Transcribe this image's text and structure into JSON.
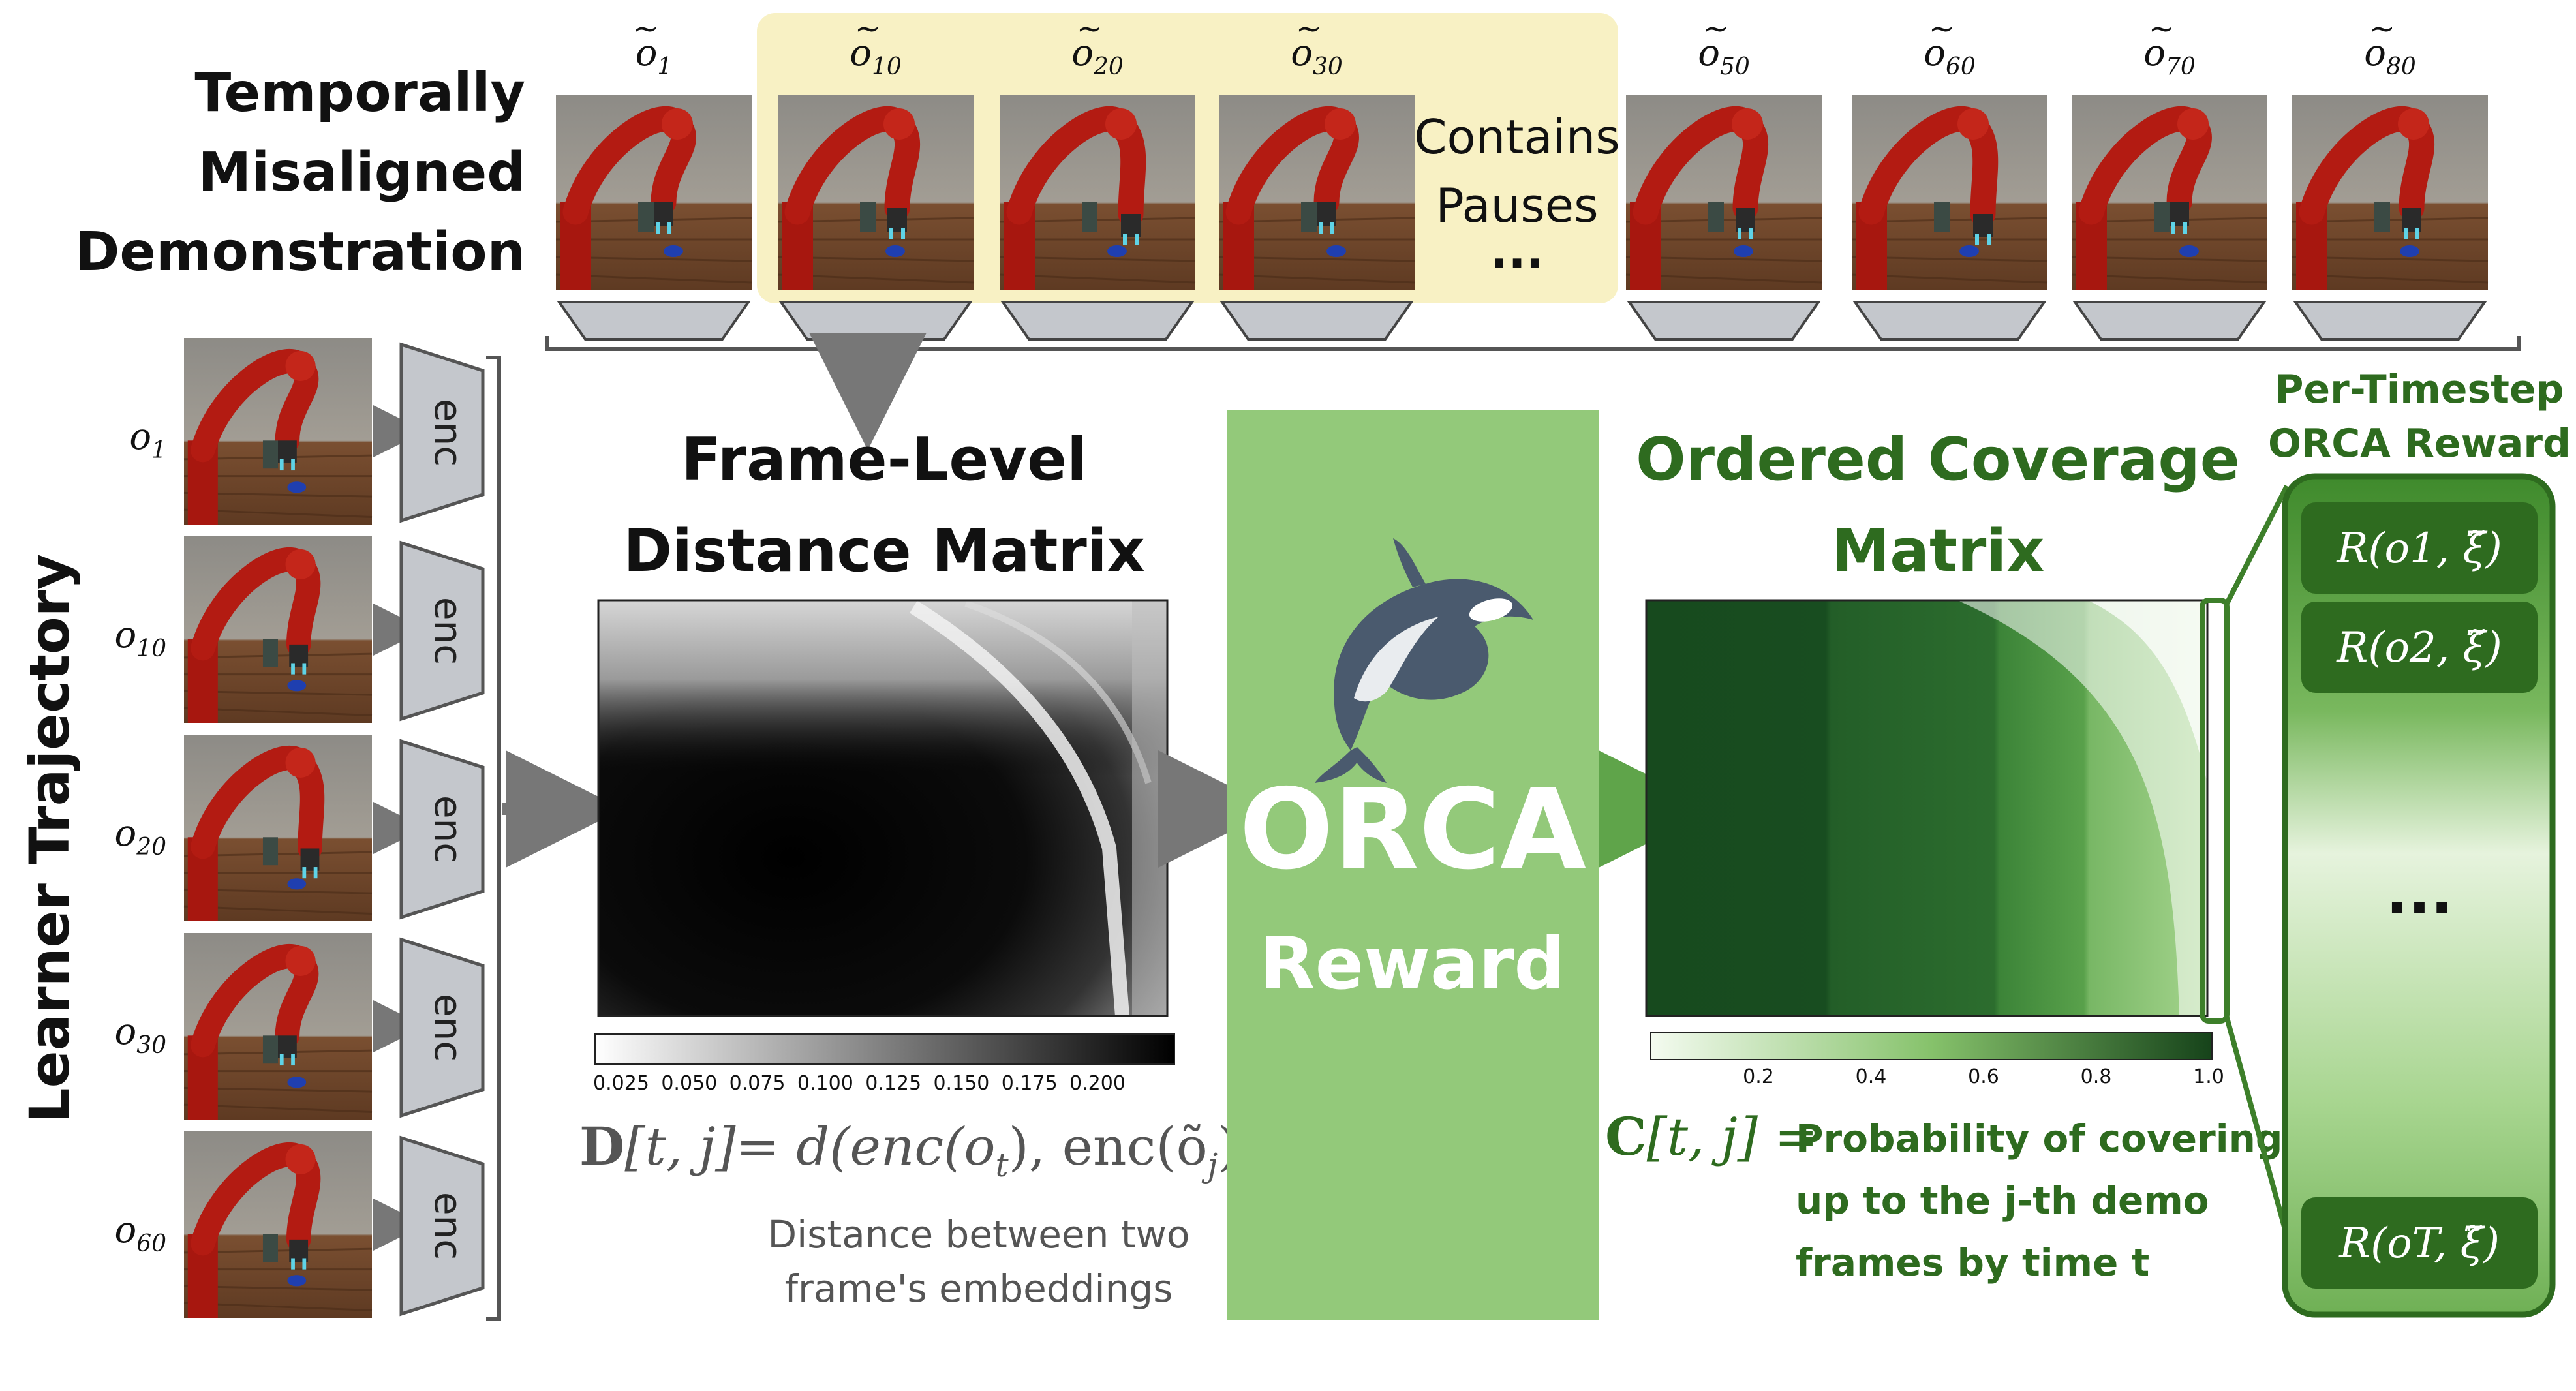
{
  "demo": {
    "label_lines": [
      "Temporally",
      "Misaligned",
      "Demonstration"
    ],
    "frames_left": [
      {
        "var": "o",
        "sub": "1"
      },
      {
        "var": "o",
        "sub": "10"
      },
      {
        "var": "o",
        "sub": "20"
      },
      {
        "var": "o",
        "sub": "30"
      }
    ],
    "frames_right": [
      {
        "var": "o",
        "sub": "50"
      },
      {
        "var": "o",
        "sub": "60"
      },
      {
        "var": "o",
        "sub": "70"
      },
      {
        "var": "o",
        "sub": "80"
      }
    ],
    "pause_note": [
      "Contains",
      "Pauses",
      "..."
    ]
  },
  "learner": {
    "label": "Learner Trajectory",
    "frames": [
      {
        "var": "o",
        "sub": "1"
      },
      {
        "var": "o",
        "sub": "10"
      },
      {
        "var": "o",
        "sub": "20"
      },
      {
        "var": "o",
        "sub": "30"
      },
      {
        "var": "o",
        "sub": "60"
      }
    ],
    "encoder_label": "enc"
  },
  "distance_matrix": {
    "title_lines": [
      "Frame-Level",
      "Distance Matrix"
    ],
    "colorbar_ticks": [
      "0.025",
      "0.050",
      "0.075",
      "0.100",
      "0.125",
      "0.150",
      "0.175",
      "0.200"
    ],
    "formula_bold": "D",
    "formula_index": "[t, j]",
    "formula_rhs": "= d(enc(o",
    "formula_sub_t": "t",
    "formula_mid": "), enc(õ",
    "formula_sub_j": "j",
    "formula_end": "))",
    "caption_lines": [
      "Distance between two",
      "frame's embeddings"
    ]
  },
  "orca": {
    "title": "ORCA",
    "subtitle": "Reward"
  },
  "coverage_matrix": {
    "title_lines": [
      "Ordered Coverage",
      "Matrix"
    ],
    "colorbar_ticks": [
      "0.2",
      "0.4",
      "0.6",
      "0.8",
      "1.0"
    ],
    "formula_bold": "C",
    "formula_index": "[t, j] =",
    "caption_lines": [
      "Probability of covering",
      "up to the j-th demo",
      "frames by time t"
    ]
  },
  "per_timestep": {
    "title_lines": [
      "Per-Timestep",
      "ORCA Reward"
    ],
    "rewards": [
      "R(o1, ξ̃)",
      "R(o2, ξ̃)",
      "R(oT, ξ̃)"
    ],
    "ellipsis": "..."
  },
  "colors": {
    "dark_green": "#2e6b1f",
    "mid_green": "#3d7f2a",
    "light_green": "#93c97a",
    "highlight_yellow": "#f8f1c4",
    "gray_arrow": "#777777",
    "encoder_fill": "#c4c7cc",
    "robot_red": "#b31b12"
  }
}
